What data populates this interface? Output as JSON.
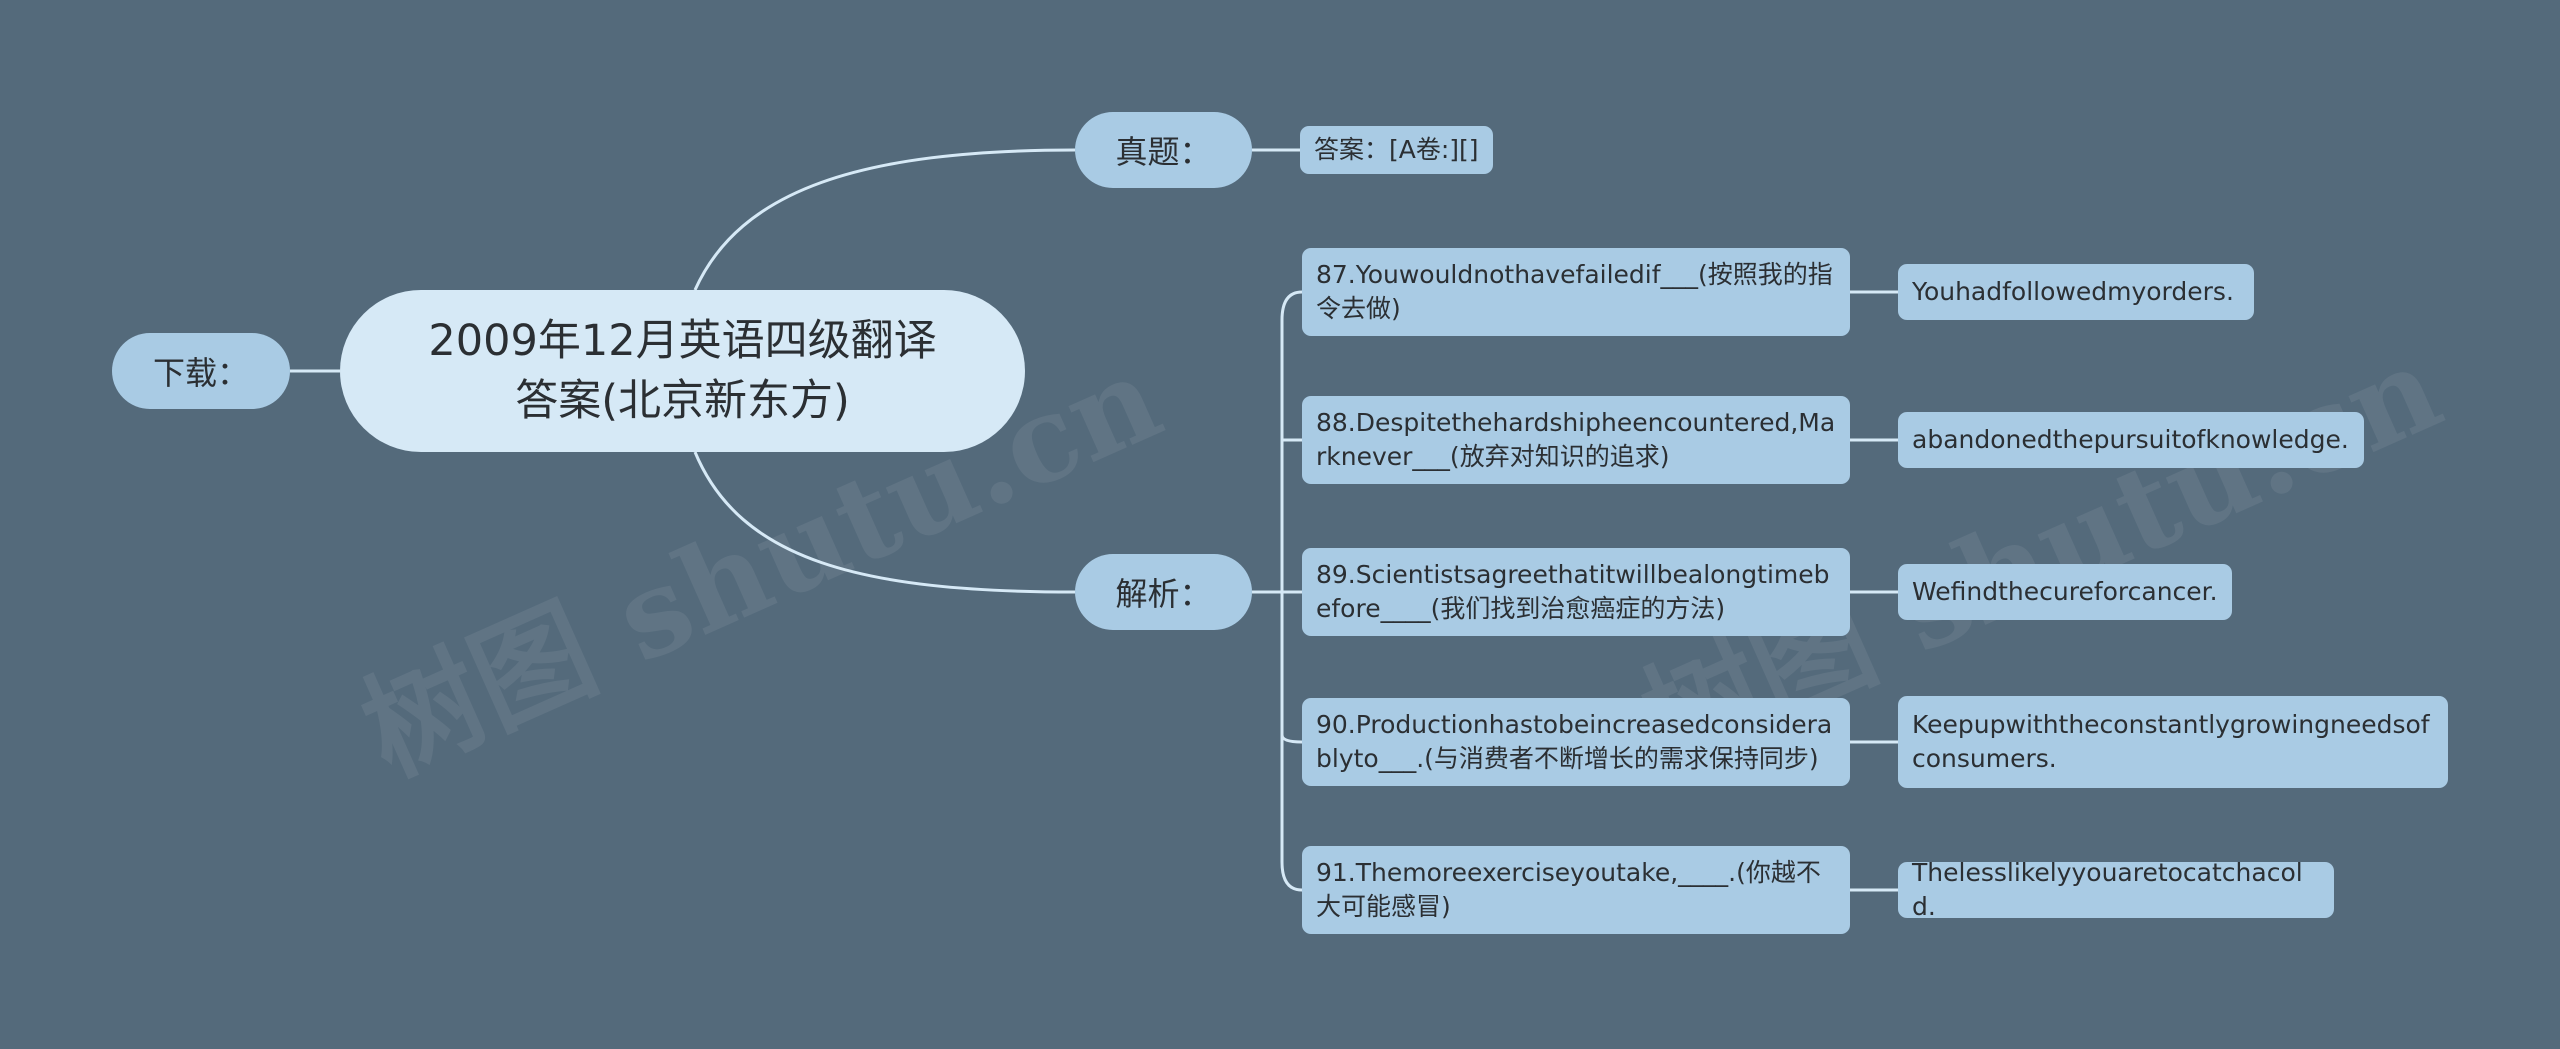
{
  "root": {
    "line1": "2009年12月英语四级翻译",
    "line2": "答案(北京新东方)"
  },
  "left": {
    "label": "下载："
  },
  "branches": {
    "zhenti": {
      "label": "真题：",
      "child": "答案：[A卷:][]"
    },
    "jiexi": {
      "label": "解析：",
      "items": [
        {
          "q": "87.Youwouldnothavefailedif___(按照我的指令去做)",
          "a": "Youhadfollowedmyorders."
        },
        {
          "q": "88.Despitethehardshipheencountered,Marknever___(放弃对知识的追求)",
          "a": "abandonedthepursuitofknowledge."
        },
        {
          "q": "89.Scientistsagreethatitwillbealongtimebefore____(我们找到治愈癌症的方法)",
          "a": "Wefindthecureforcancer."
        },
        {
          "q": "90.Productionhastobeincreasedconsiderablyto___.(与消费者不断增长的需求保持同步)",
          "a": "Keepupwiththeconstantlygrowingneedsofconsumers."
        },
        {
          "q": "91.Themoreexerciseyoutake,____.(你越不大可能感冒)",
          "a": "Thelesslikelyyouaretocatchacold."
        }
      ]
    }
  },
  "watermark": "树图 shutu.cn",
  "colors": {
    "background": "#546a7b",
    "root": "#d6e9f6",
    "node": "#a9cbe4",
    "line": "#d6e9f6"
  }
}
